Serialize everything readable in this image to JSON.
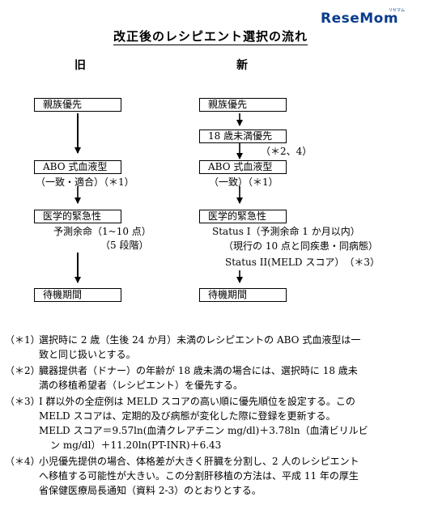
{
  "logo": {
    "text": "ReseMom",
    "sub": "リセマム"
  },
  "title": "改正後のレシピエント選択の流れ",
  "old": {
    "heading": "旧",
    "box1": "親族優先",
    "box2": "ABO 式血液型",
    "box2_note": "（一致・適合）（＊1）",
    "box3": "医学的緊急性",
    "box3_note1": "予測余命（1~10 点）",
    "box3_note2": "（5 段階）",
    "box4": "待機期間"
  },
  "new": {
    "heading": "新",
    "box1": "親族優先",
    "box2": "18 歳未満優先",
    "box2_note": "（＊2、4）",
    "box3": "ABO 式血液型",
    "box3_note": "（一致）（＊1）",
    "box4": "医学的緊急性",
    "box4_note1": "Status I（予測余命 1 か月以内）",
    "box4_note2": "（現行の 10 点と同疾患・同病態）",
    "box4_note3": "Status II(MELD スコア）　（＊3）",
    "box5": "待機期間"
  },
  "notes": [
    {
      "mark": "（＊1）",
      "lines": [
        "選択時に 2 歳（生後 24 か月）未満のレシピエントの ABO 式血液型は一",
        "致と同じ扱いとする。"
      ]
    },
    {
      "mark": "（＊2）",
      "lines": [
        "臓器提供者（ドナー）の年齢が 18 歳未満の場合には、選択時に 18 歳未",
        "満の移植希望者（レシピエント）を優先する。"
      ]
    },
    {
      "mark": "（＊3）",
      "lines": [
        "I 群以外の全症例は MELD スコアの高い順に優先順位を設定する。この",
        "MELD スコアは、定期的及び病態が変化した際に登録を更新する。",
        "MELD スコア＝9.57ln(血清クレアチニン mg/dl)＋3.78ln（血清ビリルビ",
        "ン mg/dl）＋11.20ln(PT-INR)＋6.43"
      ]
    },
    {
      "mark": "（＊4）",
      "lines": [
        "小児優先提供の場合、体格差が大きく肝臓を分割し、2 人のレシピエント",
        "へ移植する可能性が大きい。この分割肝移植の方法は、平成 11 年の厚生",
        "省保健医療局長通知（資料 2-3）のとおりとする。"
      ]
    }
  ]
}
